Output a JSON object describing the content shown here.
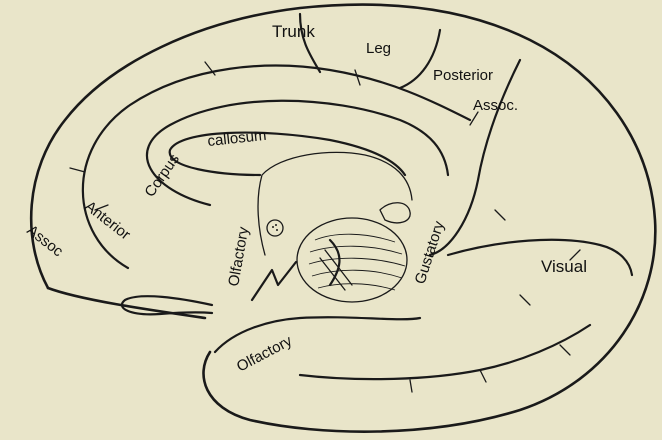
{
  "labels": {
    "trunk": "Trunk",
    "leg": "Leg",
    "posterior": "Posterior",
    "assoc_posterior": "Assoc.",
    "corpus": "Corpus",
    "callosum": "callosum",
    "anterior": "Anterior",
    "assoc_anterior": "Assoc",
    "olfactory_vertical": "Olfactory",
    "olfactory_lower": "Olfactory",
    "gustatory": "Gustatory",
    "visual": "Visual"
  },
  "colors": {
    "paper": "#e9e5c9",
    "ink": "#1a1a1a"
  }
}
